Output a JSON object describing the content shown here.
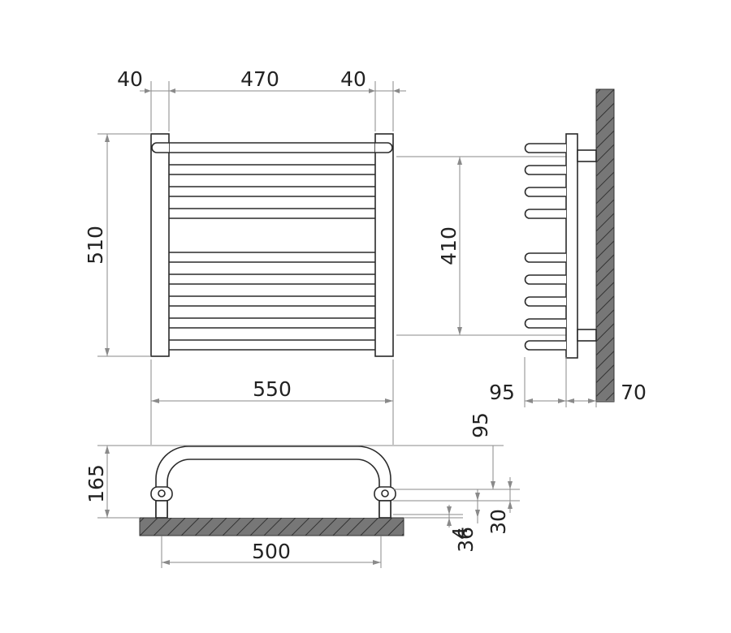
{
  "dimensions": {
    "left_offset": "40",
    "inner_width": "470",
    "right_offset": "40",
    "height": "510",
    "bar_spacing": "410",
    "total_width": "550",
    "side_depth": "95",
    "wall_gap": "70",
    "mount_width": "500",
    "bottom_height": "165",
    "top_offset": "95",
    "floor_gap": "4",
    "bracket_height": "36",
    "bracket_offset": "30"
  },
  "colors": {
    "line": "#2a2a2a",
    "dimension": "#8a8a8a",
    "hatch": "#6f6f6f"
  }
}
